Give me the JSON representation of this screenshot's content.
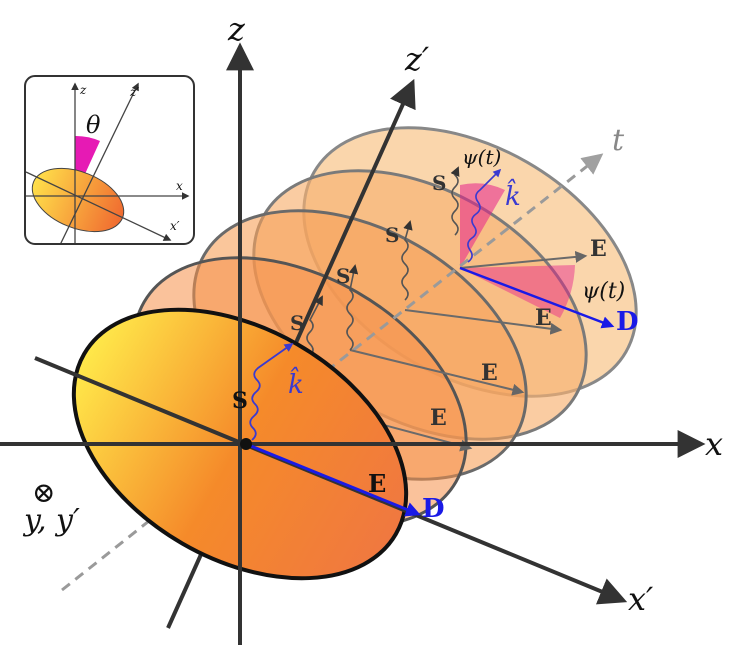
{
  "axes": {
    "z": "z",
    "z_prime": "z′",
    "x": "x",
    "x_prime": "x′",
    "t": "t",
    "y_symbol": "⊗",
    "y_label": "y, y′"
  },
  "inset": {
    "z": "z",
    "z_prime": "z′",
    "x": "x",
    "x_prime": "x′",
    "theta": "θ"
  },
  "vectors": {
    "S": "S",
    "E": "E",
    "D": "D",
    "k_hat": "k̂"
  },
  "angles": {
    "psi_t": "ψ(t)"
  },
  "colors": {
    "D_vector": "#1a1ae6",
    "k_vector": "#3a3ad0",
    "disc_yellow": "#ffe94a",
    "disc_orange": "#f5782a",
    "angle_wedge": "#e6208c",
    "t_axis": "#9a9a9a"
  }
}
